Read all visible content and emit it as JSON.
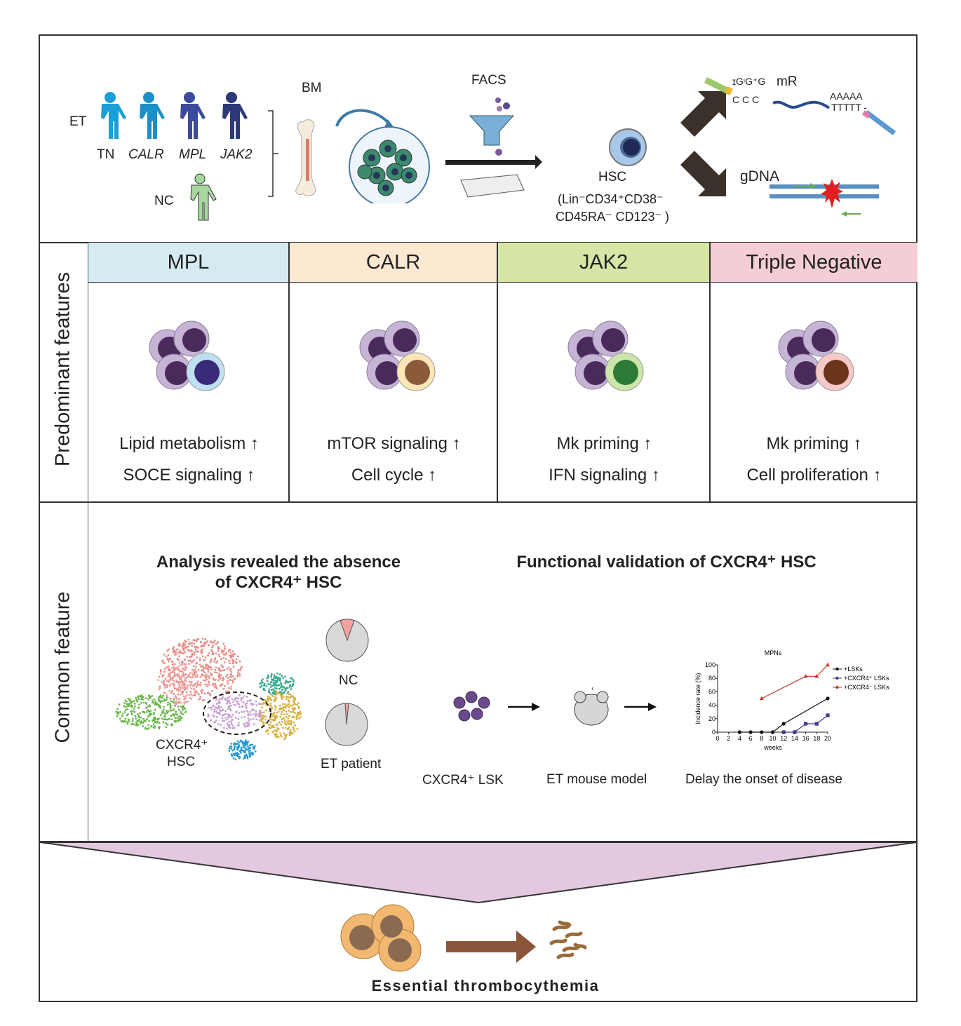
{
  "top": {
    "et_label": "ET",
    "groups": [
      "TN",
      "CALR",
      "MPL",
      "JAK2"
    ],
    "nc_label": "NC",
    "bm_label": "BM",
    "facs_label": "FACS",
    "hsc_label": "HSC",
    "hsc_markers_line1": "(Lin⁻CD34⁺CD38⁻",
    "hsc_markers_line2": "CD45RA⁻ CD123⁻ )",
    "cap_seq": "ɪGᶦG⁺G",
    "ccc": "C C C",
    "mr_label": "mR",
    "polyA": "AAAAA",
    "polyT": "TTTTT -",
    "gdna_label": "gDNA"
  },
  "section_labels": {
    "predominant": "Predominant features",
    "common": "Common feature"
  },
  "subtypes": [
    {
      "name": "MPL",
      "color": "#d6eaf2",
      "nucleus": "#3a2a7a",
      "ring": "#bfe0f0",
      "features": [
        "Lipid metabolism ↑",
        "SOCE signaling ↑"
      ]
    },
    {
      "name": "CALR",
      "color": "#fde8d2",
      "nucleus": "#8a5a3a",
      "ring": "#fbe6b8",
      "features": [
        "mTOR signaling ↑",
        "Cell cycle ↑"
      ]
    },
    {
      "name": "JAK2",
      "color": "#d5e6a6",
      "nucleus": "#2c7a35",
      "ring": "#cbe6a8",
      "features": [
        "Mk priming ↑",
        "IFN signaling ↑"
      ]
    },
    {
      "name": "Triple Negative",
      "color": "#f4ced4",
      "nucleus": "#6a3518",
      "ring": "#f6c9c9",
      "features": [
        "Mk priming ↑",
        "Cell proliferation ↑"
      ]
    }
  ],
  "common": {
    "analysis_title_line1": "Analysis revealed the absence",
    "analysis_title_line2": "of CXCR4⁺ HSC",
    "validation_title": "Functional validation of CXCR4⁺ HSC",
    "umap_label_line1": "CXCR4⁺",
    "umap_label_line2": "HSC",
    "pie_nc": "NC",
    "pie_et": "ET patient",
    "lsk_label": "CXCR4⁺ LSK",
    "mouse_label": "ET mouse model",
    "outcome_label": "Delay the onset of disease"
  },
  "bottom": {
    "title": "Essential thrombocythemia"
  },
  "chart_data": {
    "type": "line",
    "title": "MPNs",
    "xlabel": "weeks",
    "ylabel": "Incidence rate (%)",
    "xlim": [
      0,
      20
    ],
    "ylim": [
      0,
      100
    ],
    "xticks": [
      0,
      2,
      4,
      6,
      8,
      10,
      12,
      14,
      16,
      18,
      20
    ],
    "yticks": [
      0,
      20,
      40,
      60,
      80,
      100
    ],
    "legend_position": "right",
    "series": [
      {
        "name": "+LSKs",
        "color": "#111111",
        "marker": "circle",
        "x": [
          4,
          6,
          8,
          10,
          12,
          20
        ],
        "y": [
          0,
          0,
          0,
          0,
          12.5,
          50
        ]
      },
      {
        "name": "+CXCR4⁺ LSKs",
        "color": "#3f3a8a",
        "marker": "square",
        "x": [
          12,
          14,
          16,
          18,
          20
        ],
        "y": [
          0,
          0,
          12.5,
          12.5,
          25
        ]
      },
      {
        "name": "+CXCR4⁻ LSKs",
        "color": "#c0392b",
        "marker": "triangle",
        "x": [
          8,
          16,
          18,
          20
        ],
        "y": [
          50,
          83,
          83,
          100
        ]
      }
    ]
  }
}
